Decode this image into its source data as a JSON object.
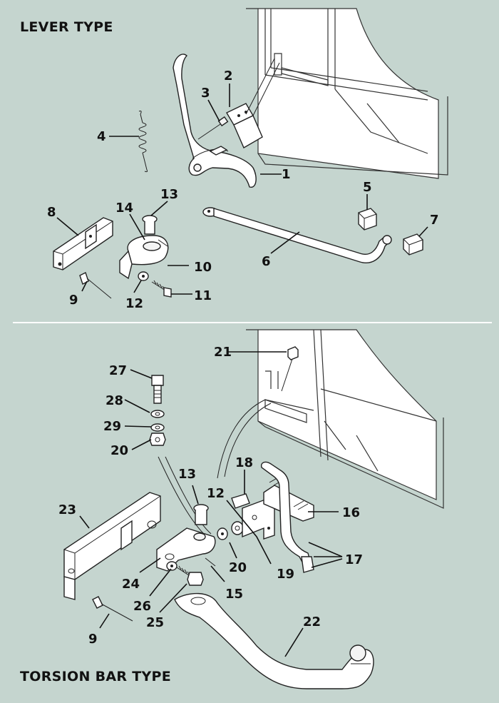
{
  "sections": {
    "top_title": "LEVER TYPE",
    "bottom_title": "TORSION BAR TYPE"
  },
  "callouts": {
    "c1": "1",
    "c2": "2",
    "c3": "3",
    "c4": "4",
    "c5": "5",
    "c6": "6",
    "c7": "7",
    "c8": "8",
    "c9a": "9",
    "c10": "10",
    "c11": "11",
    "c12a": "12",
    "c13a": "13",
    "c14": "14",
    "c15": "15",
    "c16": "16",
    "c17": "17",
    "c18": "18",
    "c19": "19",
    "c20a": "20",
    "c20b": "20",
    "c21": "21",
    "c22": "22",
    "c23": "23",
    "c24": "24",
    "c25": "25",
    "c26": "26",
    "c27": "27",
    "c28": "28",
    "c29": "29",
    "c9b": "9",
    "c12b": "12",
    "c13b": "13"
  },
  "colors": {
    "background": "#c5d5cf",
    "divider": "#ffffff",
    "linework": "#111111"
  }
}
